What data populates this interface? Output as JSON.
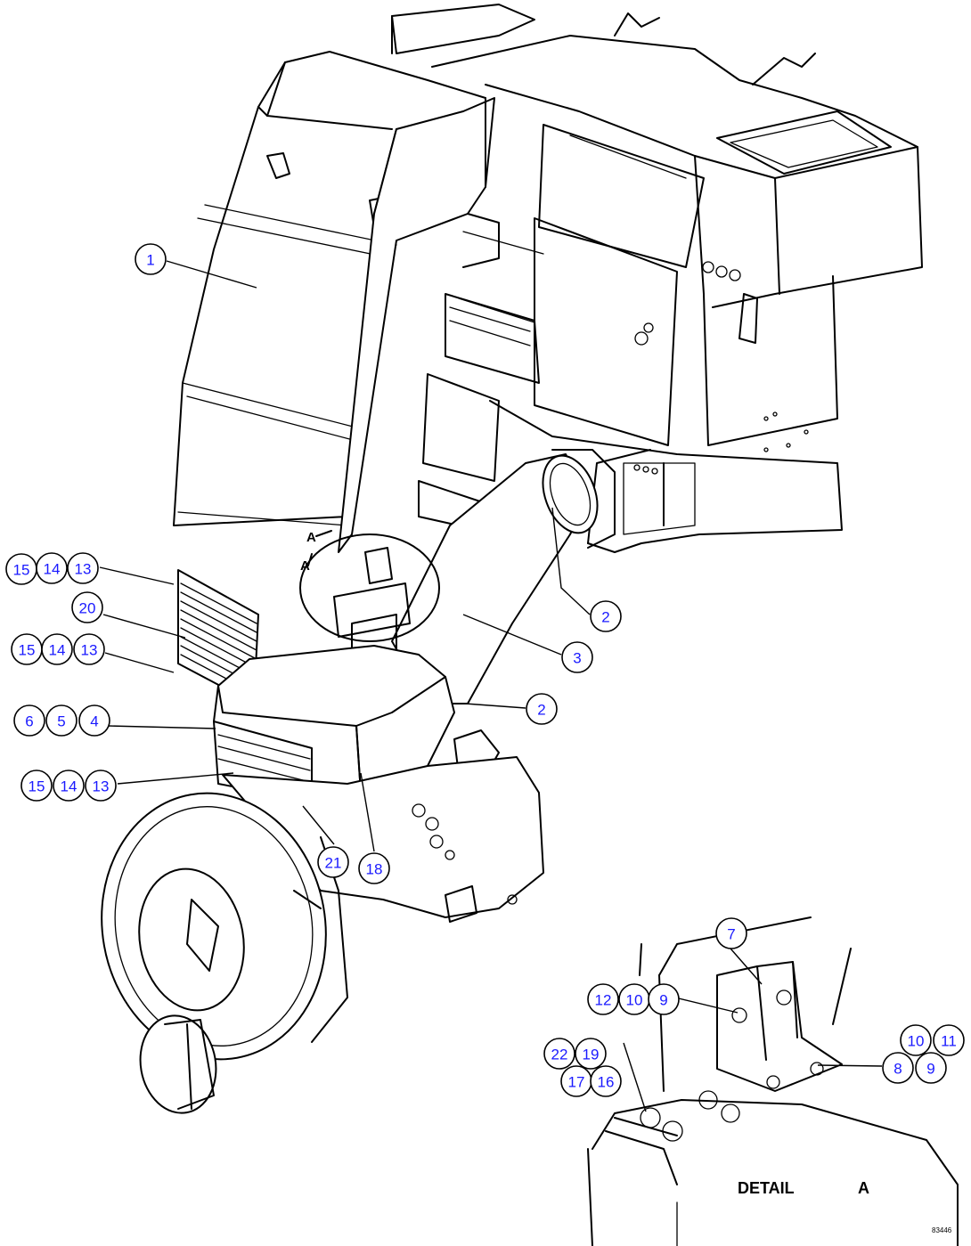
{
  "detail": {
    "word": "DETAIL",
    "letter": "A"
  },
  "section_marks": [
    "A",
    "A"
  ],
  "reference_code": "83446",
  "callouts": [
    {
      "id": "c1",
      "label": "1"
    },
    {
      "id": "c2a",
      "label": "2"
    },
    {
      "id": "c3",
      "label": "3"
    },
    {
      "id": "c2b",
      "label": "2"
    },
    {
      "id": "c15a",
      "label": "15"
    },
    {
      "id": "c14a",
      "label": "14"
    },
    {
      "id": "c13a",
      "label": "13"
    },
    {
      "id": "c20",
      "label": "20"
    },
    {
      "id": "c15b",
      "label": "15"
    },
    {
      "id": "c14b",
      "label": "14"
    },
    {
      "id": "c13b",
      "label": "13"
    },
    {
      "id": "c6",
      "label": "6"
    },
    {
      "id": "c5",
      "label": "5"
    },
    {
      "id": "c4",
      "label": "4"
    },
    {
      "id": "c15c",
      "label": "15"
    },
    {
      "id": "c14c",
      "label": "14"
    },
    {
      "id": "c13c",
      "label": "13"
    },
    {
      "id": "c21",
      "label": "21"
    },
    {
      "id": "c18",
      "label": "18"
    },
    {
      "id": "c7",
      "label": "7"
    },
    {
      "id": "c12",
      "label": "12"
    },
    {
      "id": "c10a",
      "label": "10"
    },
    {
      "id": "c9a",
      "label": "9"
    },
    {
      "id": "c22",
      "label": "22"
    },
    {
      "id": "c19",
      "label": "19"
    },
    {
      "id": "c17",
      "label": "17"
    },
    {
      "id": "c16",
      "label": "16"
    },
    {
      "id": "c10b",
      "label": "10"
    },
    {
      "id": "c11",
      "label": "11"
    },
    {
      "id": "c8",
      "label": "8"
    },
    {
      "id": "c9b",
      "label": "9"
    }
  ]
}
